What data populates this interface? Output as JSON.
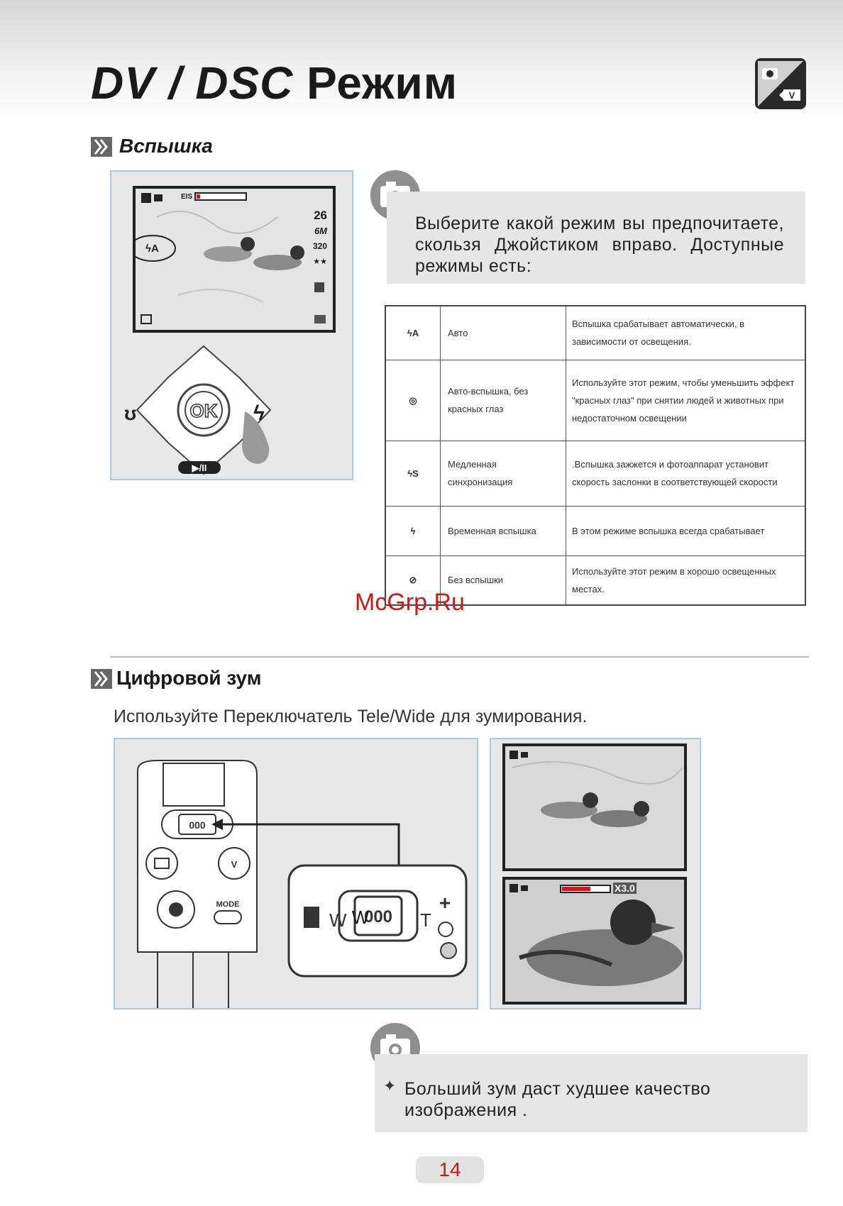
{
  "header": {
    "title_part1": "DV / DSC",
    "title_part2": "Режим"
  },
  "flash_section": {
    "heading": "Вспышка",
    "lcd": {
      "shots_remaining": "26",
      "resolution": "6M",
      "iso": "320",
      "quality": "★★",
      "eis_label": "EIS"
    },
    "joystick": {
      "ok_label": "OK",
      "play_label": "▶/II"
    },
    "callout_text": "Выберите какой режим вы предпочитаете, скользя Джойстиком вправо. Доступные режимы есть:",
    "modes": [
      {
        "icon": "ϟA",
        "icon_name": "flash-auto-icon",
        "name": "Авто",
        "description": "Вспышка срабатывает автоматически, в зависимости от освещения."
      },
      {
        "icon": "◎",
        "icon_name": "red-eye-icon",
        "name": "Авто-вспышка, без красных глаз",
        "description": "Используйте этот режим, чтобы уменьшить эффект \"красных глаз\" при снятии людей и животных при недостаточном освещении"
      },
      {
        "icon": "ϟS",
        "icon_name": "flash-slow-sync-icon",
        "name": "Медленная синхронизация",
        "description": ".Вспышка зажжется и фотоаппарат установит скорость заслонки в соответствующей скорости"
      },
      {
        "icon": "ϟ",
        "icon_name": "flash-forced-icon",
        "name": "Временная вспышка",
        "description": "В этом режиме вспышка всегда срабатывает"
      },
      {
        "icon": "⊘",
        "icon_name": "flash-off-icon",
        "name": "Без вспышки",
        "description": "Используйте этот режим в хорошо освещенных местах."
      }
    ]
  },
  "watermark": "McGrp.Ru",
  "zoom_section": {
    "heading": "Цифровой зум",
    "intro": "Используйте Переключатель Tele/Wide для зумирования.",
    "switch": {
      "wide_label": "W",
      "tele_label": "T",
      "center_label": "000",
      "mode_label": "MODE"
    },
    "zoom_readout": "X3.0",
    "note": "Больший зум даст худшее качество изображения ."
  },
  "page_number": "14",
  "colors": {
    "panel_border": "#a9cbe6",
    "watermark": "#d01818",
    "zoom_bar": "#d01818",
    "page_number": "#c01c1c"
  }
}
